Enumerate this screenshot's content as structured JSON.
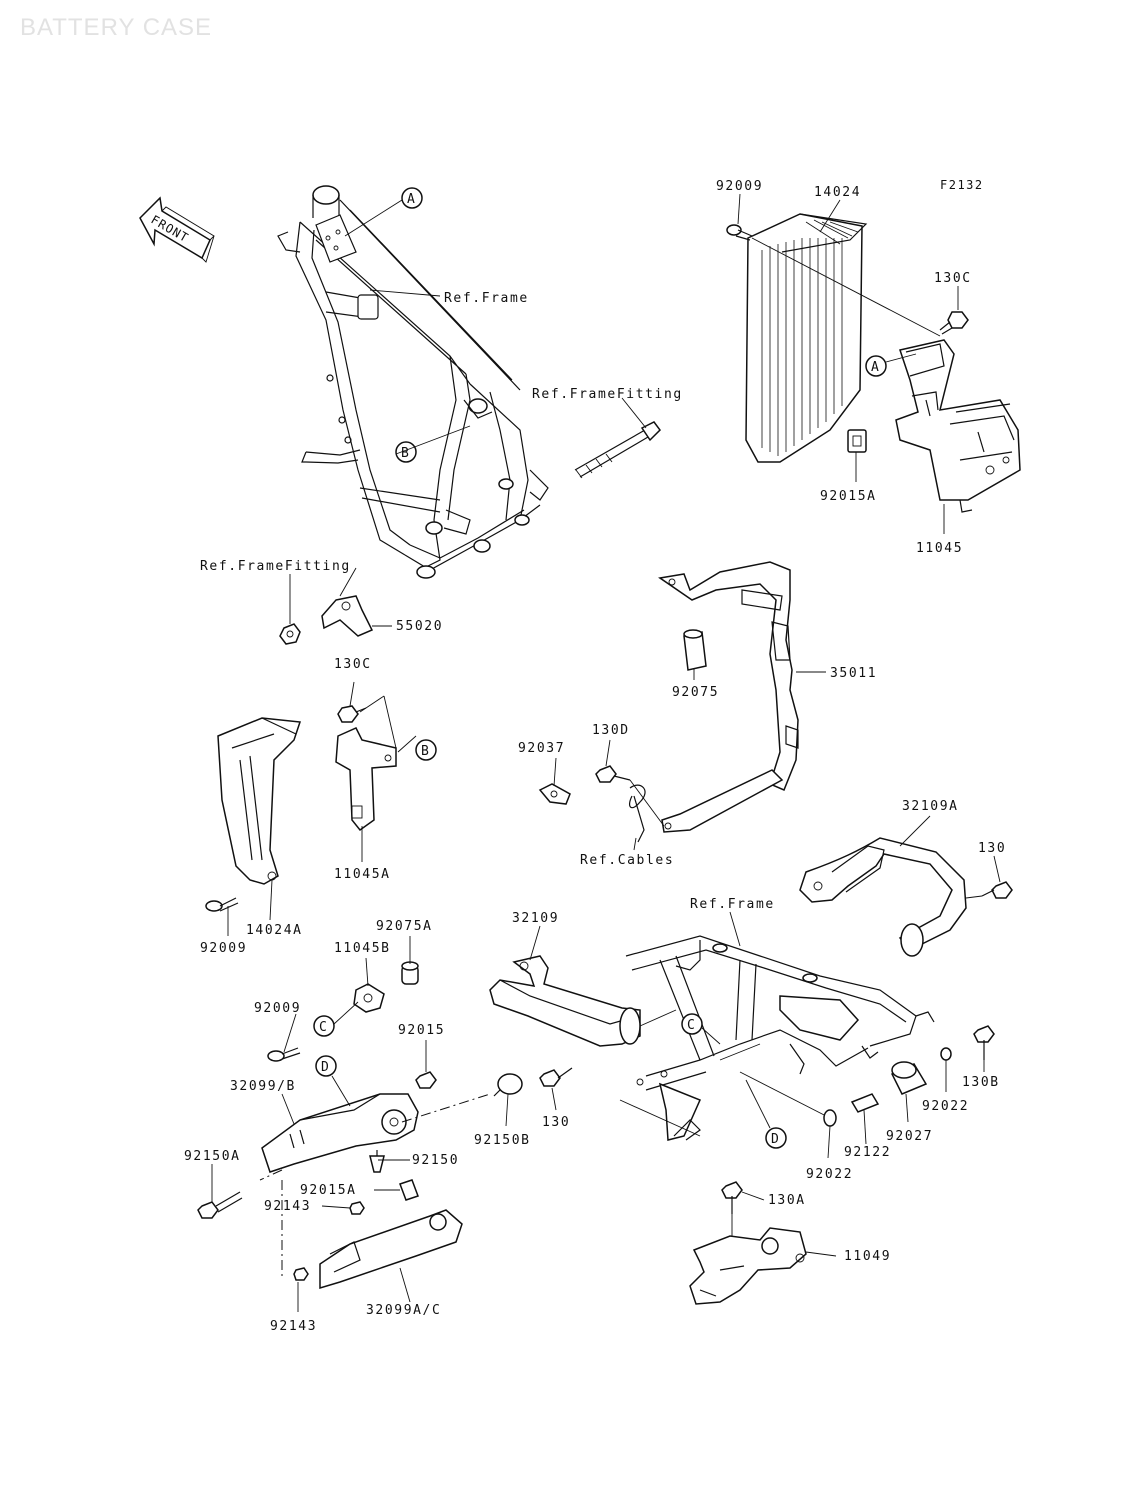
{
  "header": {
    "watermark": "BATTERY CASE",
    "diagram_code": "F2132"
  },
  "front_arrow": {
    "label": "FRONT"
  },
  "callouts": [
    "A",
    "B",
    "C",
    "D"
  ],
  "labels": [
    {
      "id": "p92009_top",
      "text": "92009"
    },
    {
      "id": "p14024",
      "text": "14024"
    },
    {
      "id": "p130C_top",
      "text": "130C"
    },
    {
      "id": "p92015A_top",
      "text": "92015A"
    },
    {
      "id": "p11045",
      "text": "11045"
    },
    {
      "id": "ref_frame_top",
      "text": "Ref.Frame"
    },
    {
      "id": "ref_framefitting_right",
      "text": "Ref.FrameFitting"
    },
    {
      "id": "ref_framefitting_left",
      "text": "Ref.FrameFitting"
    },
    {
      "id": "p55020",
      "text": "55020"
    },
    {
      "id": "p130C_mid",
      "text": "130C"
    },
    {
      "id": "p92075",
      "text": "92075"
    },
    {
      "id": "p35011",
      "text": "35011"
    },
    {
      "id": "p92037",
      "text": "92037"
    },
    {
      "id": "p130D",
      "text": "130D"
    },
    {
      "id": "ref_cables",
      "text": "Ref.Cables"
    },
    {
      "id": "p11045A",
      "text": "11045A"
    },
    {
      "id": "p14024A",
      "text": "14024A"
    },
    {
      "id": "p92009_mid",
      "text": "92009"
    },
    {
      "id": "p32109A",
      "text": "32109A"
    },
    {
      "id": "p130_right",
      "text": "130"
    },
    {
      "id": "ref_frame_bottom",
      "text": "Ref.Frame"
    },
    {
      "id": "p92075A",
      "text": "92075A"
    },
    {
      "id": "p11045B",
      "text": "11045B"
    },
    {
      "id": "p32109",
      "text": "32109"
    },
    {
      "id": "p92009_low",
      "text": "92009"
    },
    {
      "id": "p92015",
      "text": "92015"
    },
    {
      "id": "p32099B",
      "text": "32099/B"
    },
    {
      "id": "p92150B",
      "text": "92150B"
    },
    {
      "id": "p130_mid",
      "text": "130"
    },
    {
      "id": "p130B",
      "text": "130B"
    },
    {
      "id": "p92022_right",
      "text": "92022"
    },
    {
      "id": "p92027",
      "text": "92027"
    },
    {
      "id": "p92122",
      "text": "92122"
    },
    {
      "id": "p92022_low",
      "text": "92022"
    },
    {
      "id": "p92150A",
      "text": "92150A"
    },
    {
      "id": "p92150",
      "text": "92150"
    },
    {
      "id": "p92015A_low",
      "text": "92015A"
    },
    {
      "id": "p92143_top",
      "text": "92143"
    },
    {
      "id": "p92143_low",
      "text": "92143"
    },
    {
      "id": "p32099AC",
      "text": "32099A/C"
    },
    {
      "id": "p130A",
      "text": "130A"
    },
    {
      "id": "p11049",
      "text": "11049"
    }
  ]
}
